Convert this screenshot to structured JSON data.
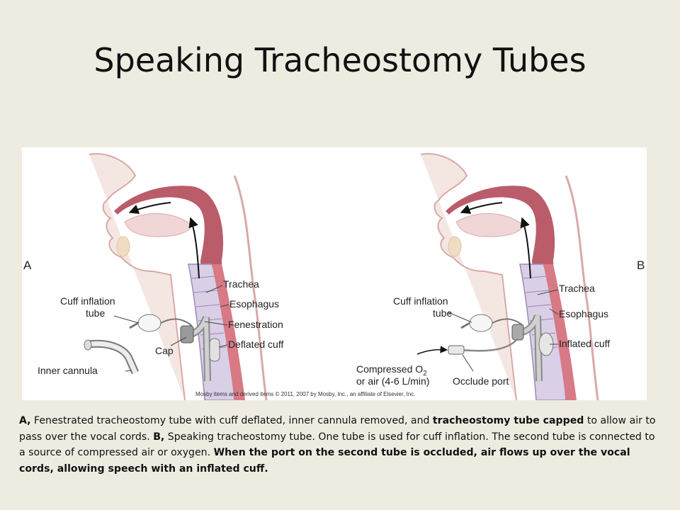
{
  "slide": {
    "title": "Speaking Tracheostomy Tubes"
  },
  "figure": {
    "panel_a": {
      "letter": "A",
      "labels": {
        "trachea": "Trachea",
        "esophagus": "Esophagus",
        "cuff_inflation_line1": "Cuff inflation",
        "cuff_inflation_line2": "tube",
        "fenestration": "Fenestration",
        "cap": "Cap",
        "deflated_cuff": "Deflated cuff",
        "inner_cannula": "Inner cannula"
      }
    },
    "panel_b": {
      "letter": "B",
      "labels": {
        "trachea": "Trachea",
        "esophagus": "Esophagus",
        "cuff_inflation_line1": "Cuff inflation",
        "cuff_inflation_line2": "tube",
        "inflated_cuff": "Inflated cuff",
        "compressed_line1": "Compressed O",
        "compressed_sub": "2",
        "compressed_line2": "or air (4-6 L/min)",
        "occlude_port": "Occlude port"
      }
    },
    "copyright": "Mosby items and derived items © 2011, 2007 by Mosby, Inc., an affiliate of Elsevier, Inc.",
    "colors": {
      "airway": "#b24a5a",
      "skin_outline": "#d9a9a9",
      "tube": "#c8c8c8",
      "trachea_fill": "#d9cfe6"
    }
  },
  "caption": {
    "a_prefix": "A,",
    "a_text1": " Fenestrated tracheostomy tube with cuff deflated, inner cannula removed, and ",
    "a_bold": "tracheostomy tube capped",
    "a_text2": " to allow air to pass over the vocal cords. ",
    "b_prefix": "B,",
    "b_text": " Speaking tracheostomy tube. One tube is used for cuff inflation. The second tube is connected to a source of compressed air or oxygen. ",
    "b_bold": "When the port on the second tube is occluded, air flows up over the vocal cords, allowing speech with an inflated cuff."
  }
}
